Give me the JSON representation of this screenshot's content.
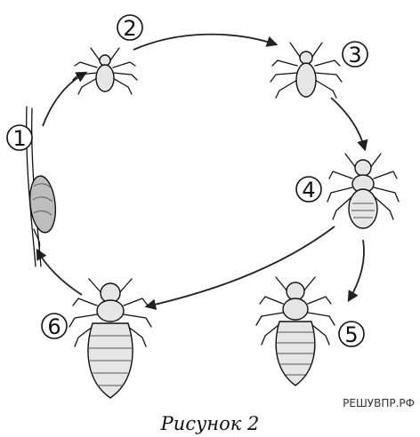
{
  "stages": [
    {
      "number": "1",
      "icon": "nit-egg-icon"
    },
    {
      "number": "2",
      "icon": "nymph-first-instar-icon"
    },
    {
      "number": "3",
      "icon": "nymph-second-instar-icon"
    },
    {
      "number": "4",
      "icon": "nymph-third-instar-icon"
    },
    {
      "number": "5",
      "icon": "adult-louse-icon"
    },
    {
      "number": "6",
      "icon": "adult-louse-icon"
    }
  ],
  "caption": "Рисунок 2",
  "watermark": "РЕШУВПР.РФ"
}
